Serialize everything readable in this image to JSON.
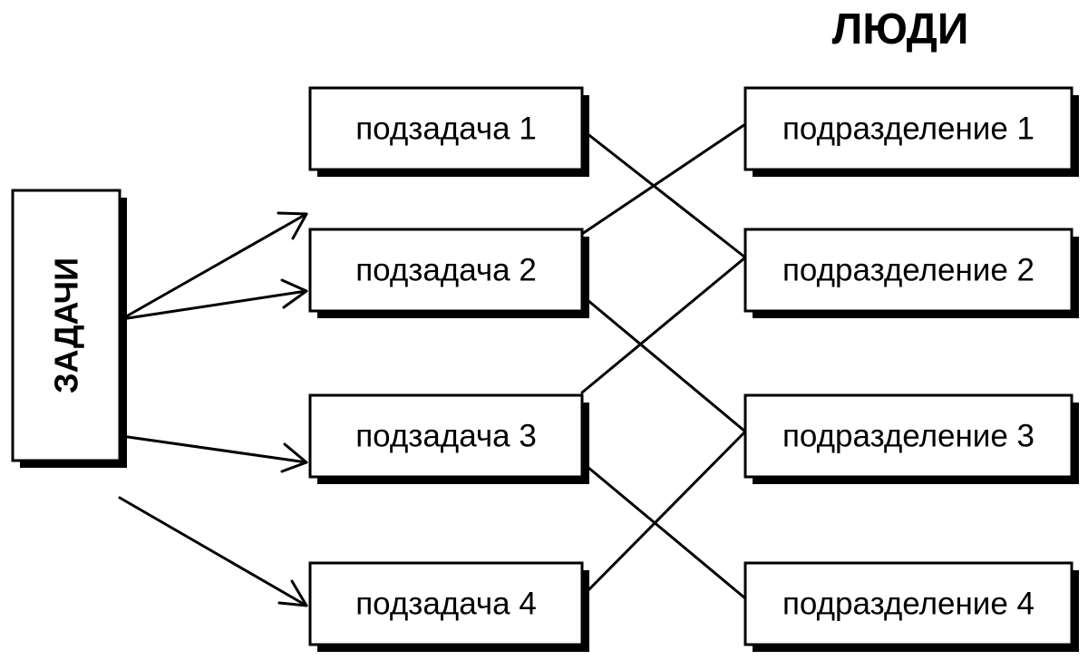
{
  "heading": "ЛЮДИ",
  "source_label": "ЗАДАЧИ",
  "subtasks": [
    "подзадача 1",
    "подзадача 2",
    "подзадача 3",
    "подзадача 4"
  ],
  "departments": [
    "подразделение 1",
    "подразделение 2",
    "подразделение 3",
    "подразделение 4"
  ],
  "links": [
    {
      "from": "подзадача 1",
      "to": "подразделение 2"
    },
    {
      "from": "подзадача 2",
      "to": "подразделение 1"
    },
    {
      "from": "подзадача 2",
      "to": "подразделение 3"
    },
    {
      "from": "подзадача 3",
      "to": "подразделение 2"
    },
    {
      "from": "подзадача 3",
      "to": "подразделение 4"
    },
    {
      "from": "подзадача 4",
      "to": "подразделение 3"
    }
  ]
}
